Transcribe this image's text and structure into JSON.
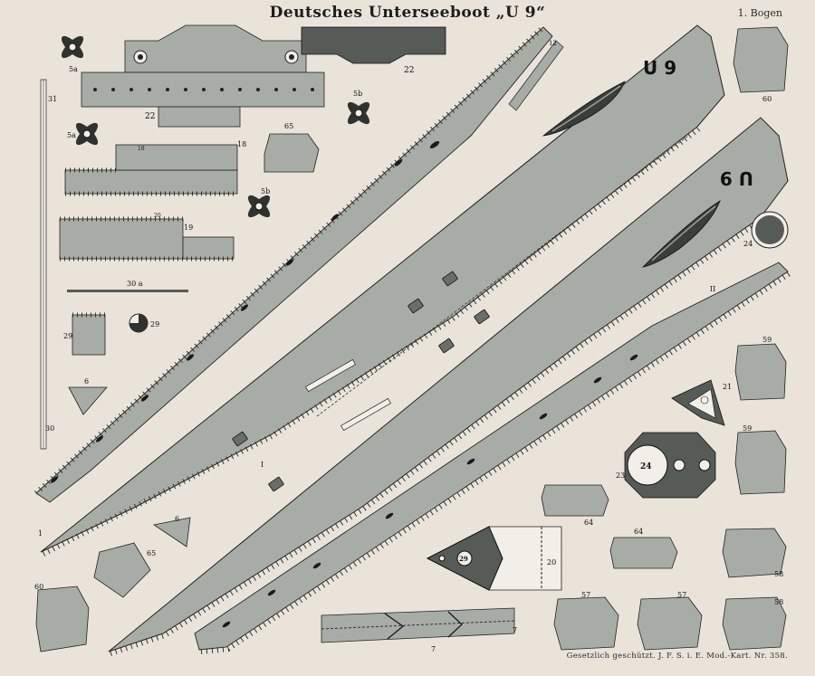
{
  "title": "Deutsches Unterseeboot „U 9“",
  "sheet_label": "1. Bogen",
  "footer": "Gesetzlich geschützt.   J. F. S. i. E. Mod.-Kart. Nr. 358.",
  "hull_marking": "U 9",
  "hull_marking_mirrored": "U 9",
  "colors": {
    "paper": "#e9e3da",
    "gray": "#a8aca6",
    "dark": "#575b57",
    "ink": "#222222",
    "light": "#f2eee8"
  },
  "part_numbers": {
    "p5a_1": "5a",
    "p5a_2": "5a",
    "p5b_1": "5b",
    "p5b_2": "5b",
    "p31": "31",
    "p30": "30",
    "p22_top": "22",
    "p22_left": "22",
    "p18": "18",
    "p18_tab": "18",
    "p19": "19",
    "p20_tab": "20",
    "p30a": "30 a",
    "p29": "29",
    "p29_rect": "29",
    "p6_1": "6",
    "p6_2": "6",
    "p65_1": "65",
    "p65_2": "65",
    "p60_1": "60",
    "p60_2": "60",
    "p24": "24",
    "p24_b": "24",
    "p21": "21",
    "p23": "23",
    "p59_1": "59",
    "p59_2": "59",
    "p64_1": "64",
    "p64_2": "64",
    "p20": "20",
    "p29_b": "29",
    "p58_1": "58",
    "p58_2": "58",
    "p57_1": "57",
    "p57_2": "57",
    "p7_1": "7",
    "p7_2": "7",
    "p1": "1",
    "pI": "I",
    "pII": "II",
    "p12": "12"
  }
}
